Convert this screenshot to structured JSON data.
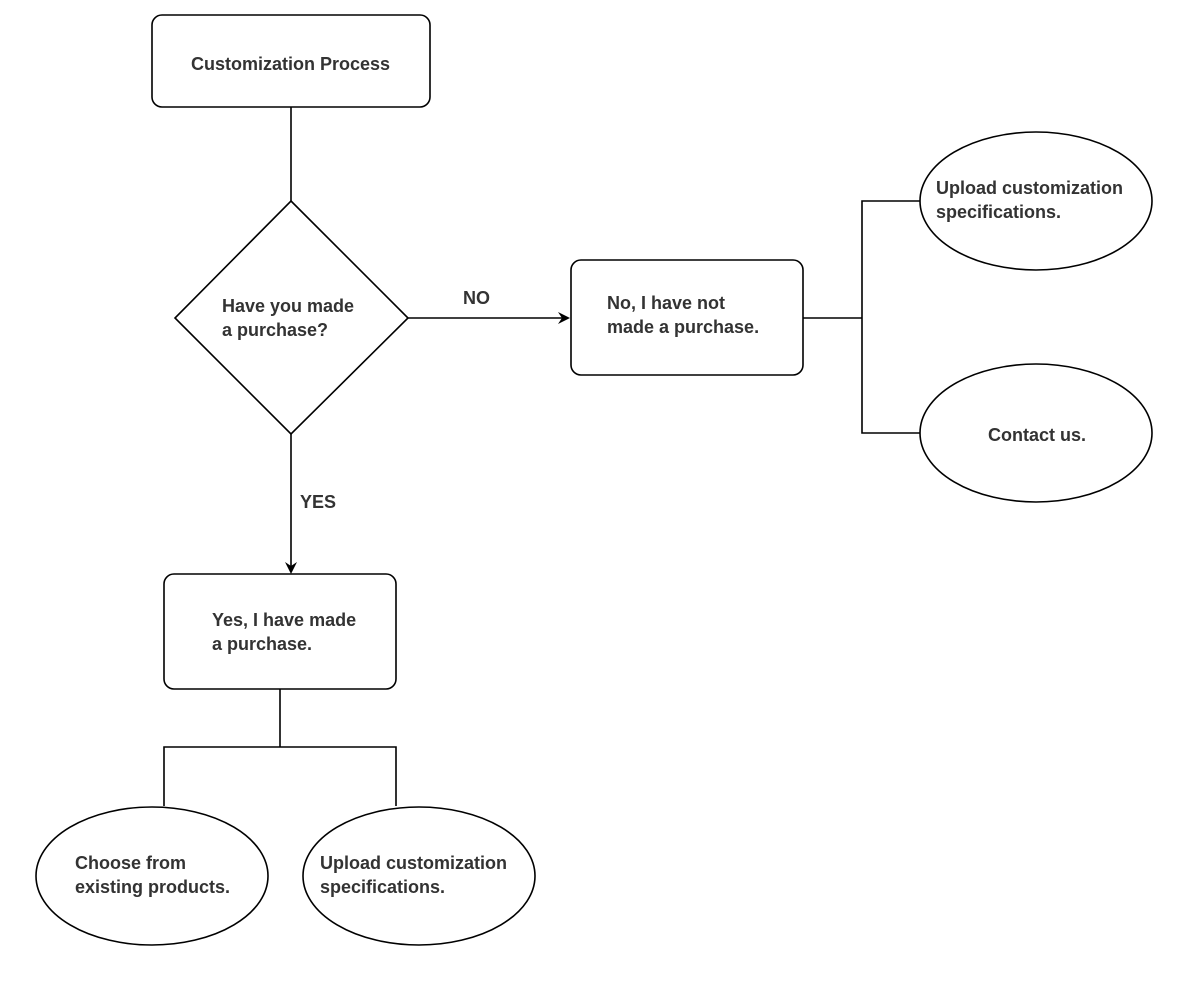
{
  "nodes": {
    "start": {
      "lines": [
        "Customization Process"
      ]
    },
    "decision": {
      "lines": [
        "Have you made",
        "a purchase?"
      ]
    },
    "no_box": {
      "lines": [
        "No, I have not",
        "made a purchase."
      ]
    },
    "yes_box": {
      "lines": [
        "Yes, I have made",
        "a purchase."
      ]
    },
    "upload_no": {
      "lines": [
        "Upload customization",
        "specifications."
      ]
    },
    "contact": {
      "lines": [
        "Contact us."
      ]
    },
    "choose": {
      "lines": [
        "Choose from",
        "existing products."
      ]
    },
    "upload_yes": {
      "lines": [
        "Upload customization",
        "specifications."
      ]
    }
  },
  "edges": {
    "no_label": "NO",
    "yes_label": "YES"
  },
  "colors": {
    "stroke": "#000000",
    "text": "#333333",
    "fill": "#ffffff"
  }
}
